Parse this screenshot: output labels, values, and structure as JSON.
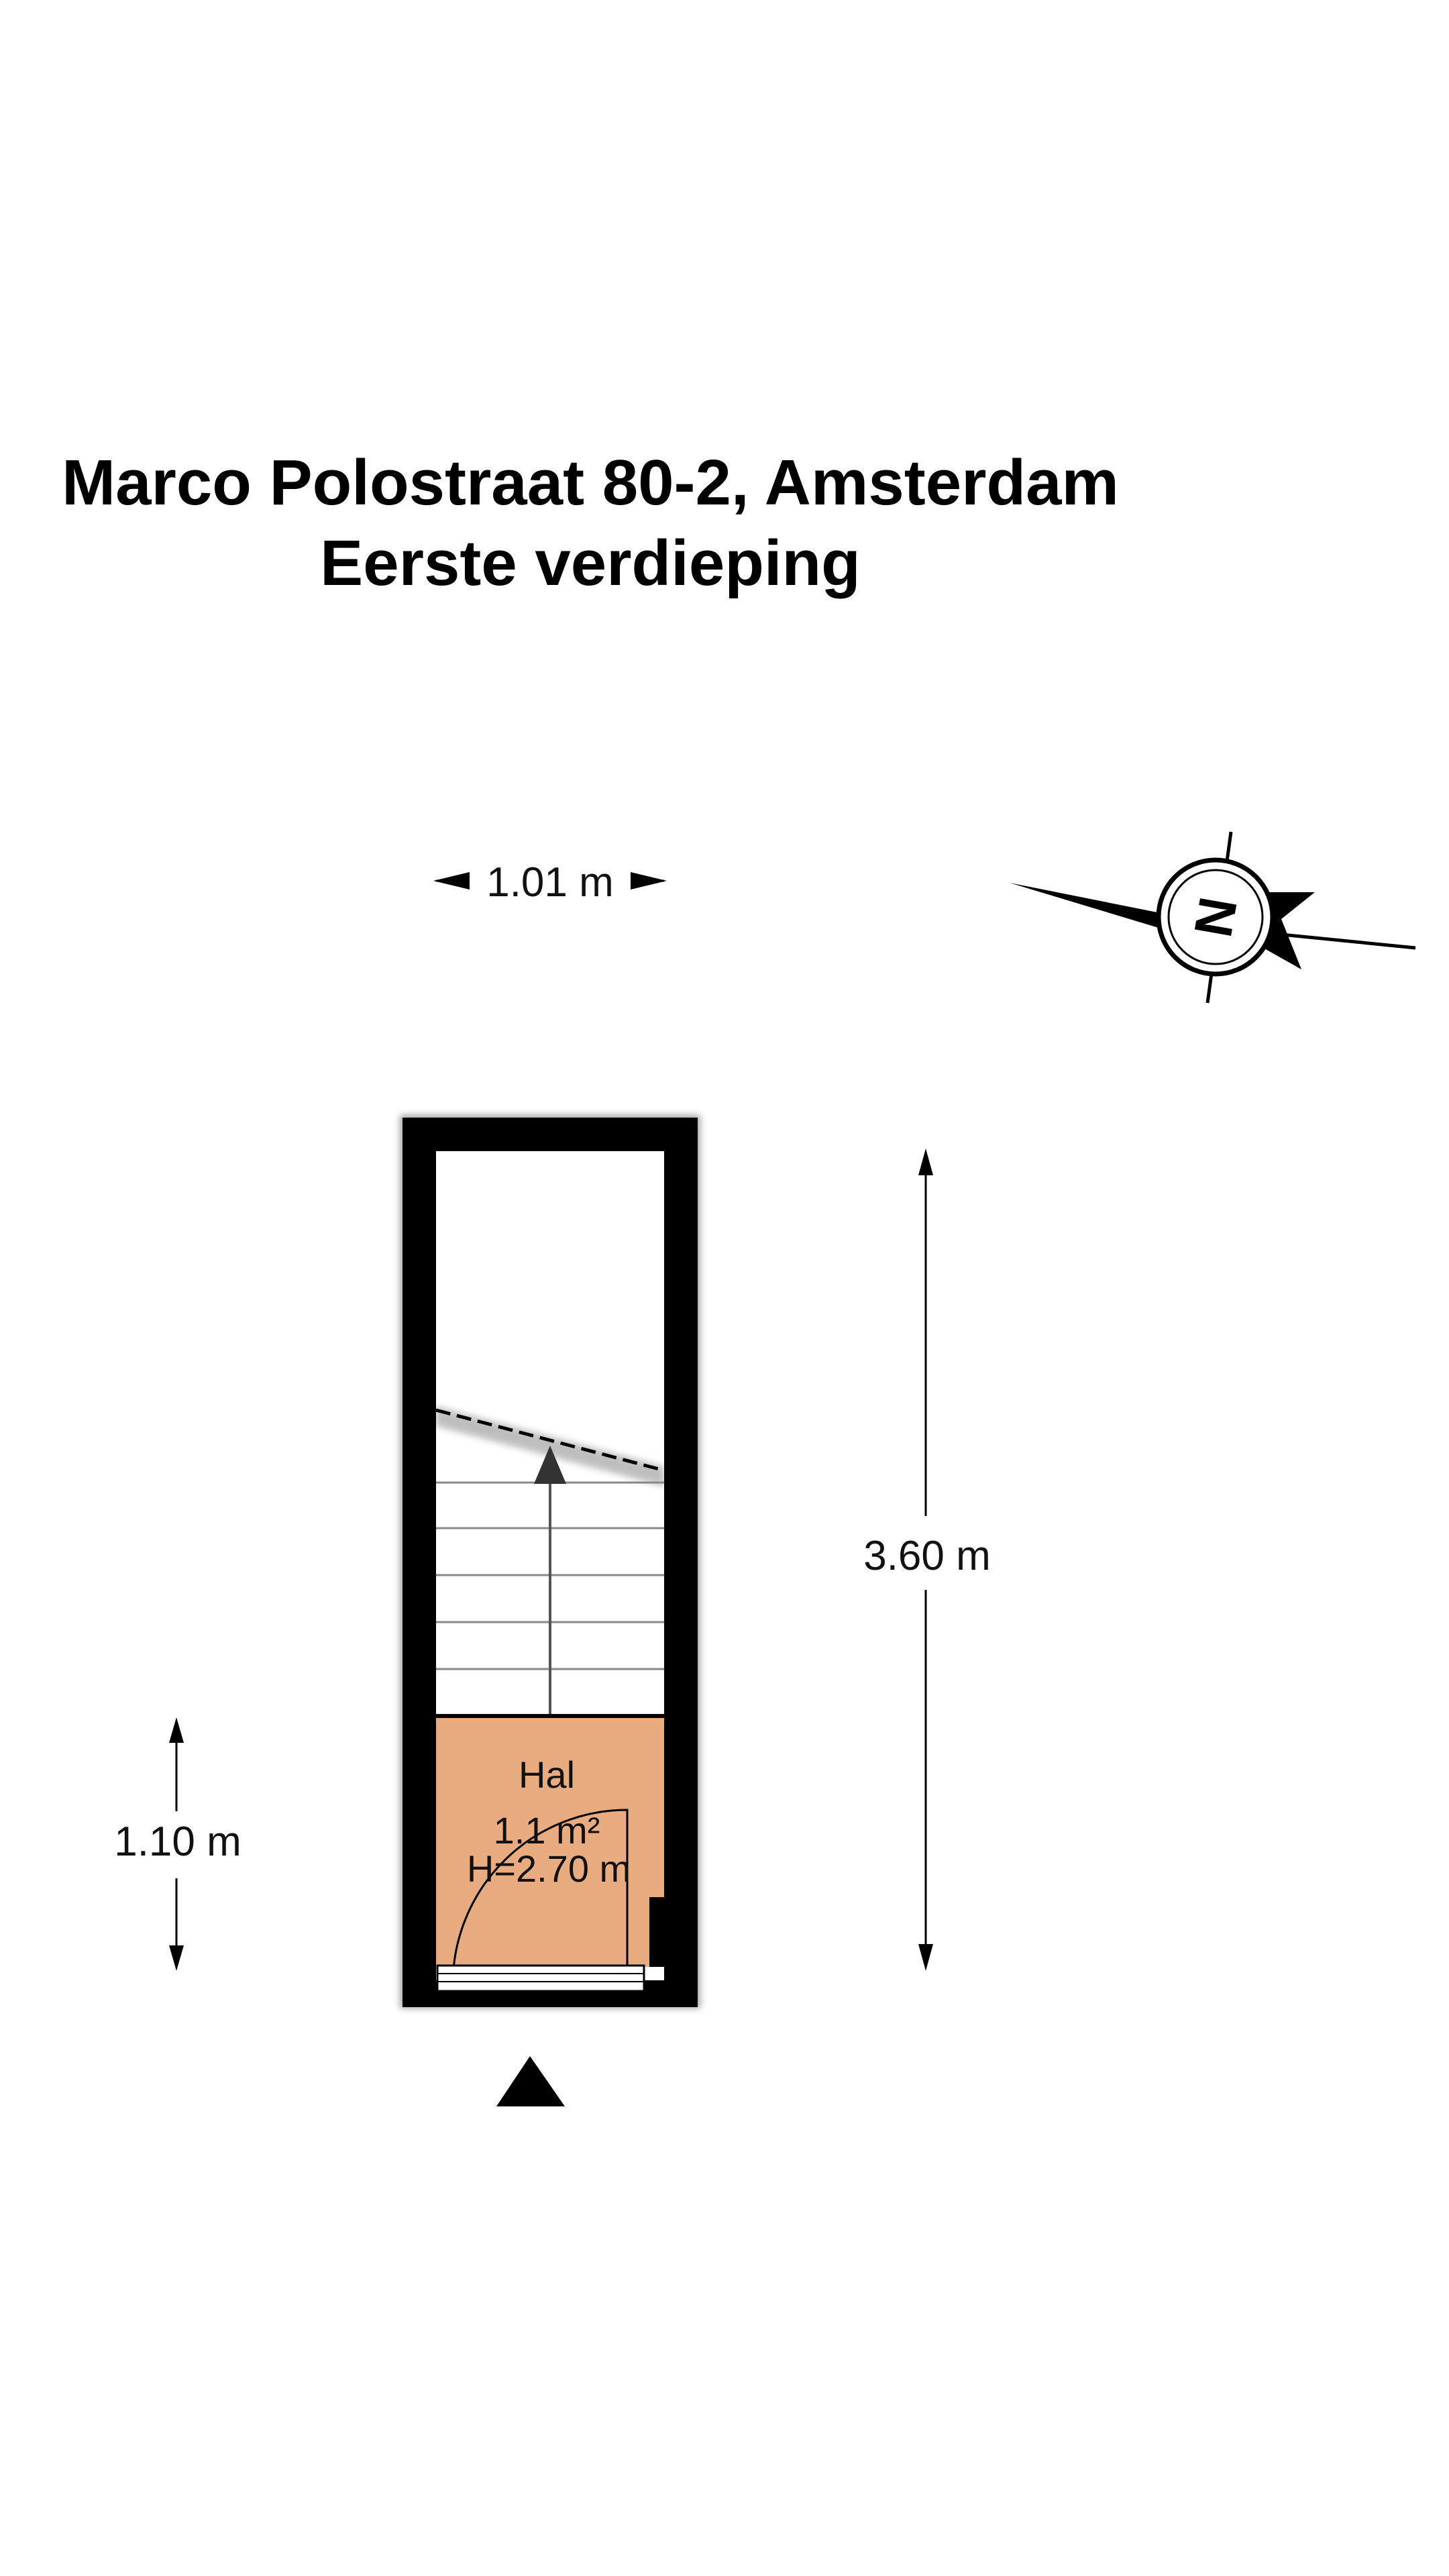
{
  "title": {
    "address": "Marco Polostraat 80-2, Amsterdam",
    "floor": "Eerste verdieping"
  },
  "dimensions": {
    "width": "1.01 m",
    "length": "3.60 m",
    "hall_depth": "1.10 m"
  },
  "room": {
    "name": "Hal",
    "area": "1.1 m²",
    "height": "H=2.70 m",
    "fill_color": "#e8ac80"
  },
  "compass": {
    "letter": "N"
  },
  "colors": {
    "wall": "#000000",
    "background": "#ffffff"
  }
}
